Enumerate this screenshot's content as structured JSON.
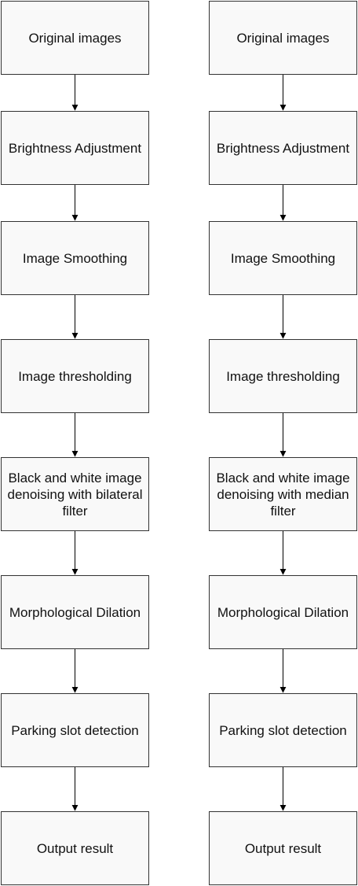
{
  "flowchart_left": {
    "steps": [
      "Original images",
      "Brightness Adjustment",
      "Image Smoothing",
      "Image thresholding",
      "Black and white image denoising with bilateral filter",
      "Morphological Dilation",
      "Parking slot detection",
      "Output result"
    ]
  },
  "flowchart_right": {
    "steps": [
      "Original images",
      "Brightness Adjustment",
      "Image Smoothing",
      "Image thresholding",
      "Black and white image denoising with median filter",
      "Morphological Dilation",
      "Parking slot detection",
      "Output result"
    ]
  },
  "colors": {
    "node_fill": "#f9f9f9",
    "node_border": "#333333",
    "arrow": "#000000"
  }
}
